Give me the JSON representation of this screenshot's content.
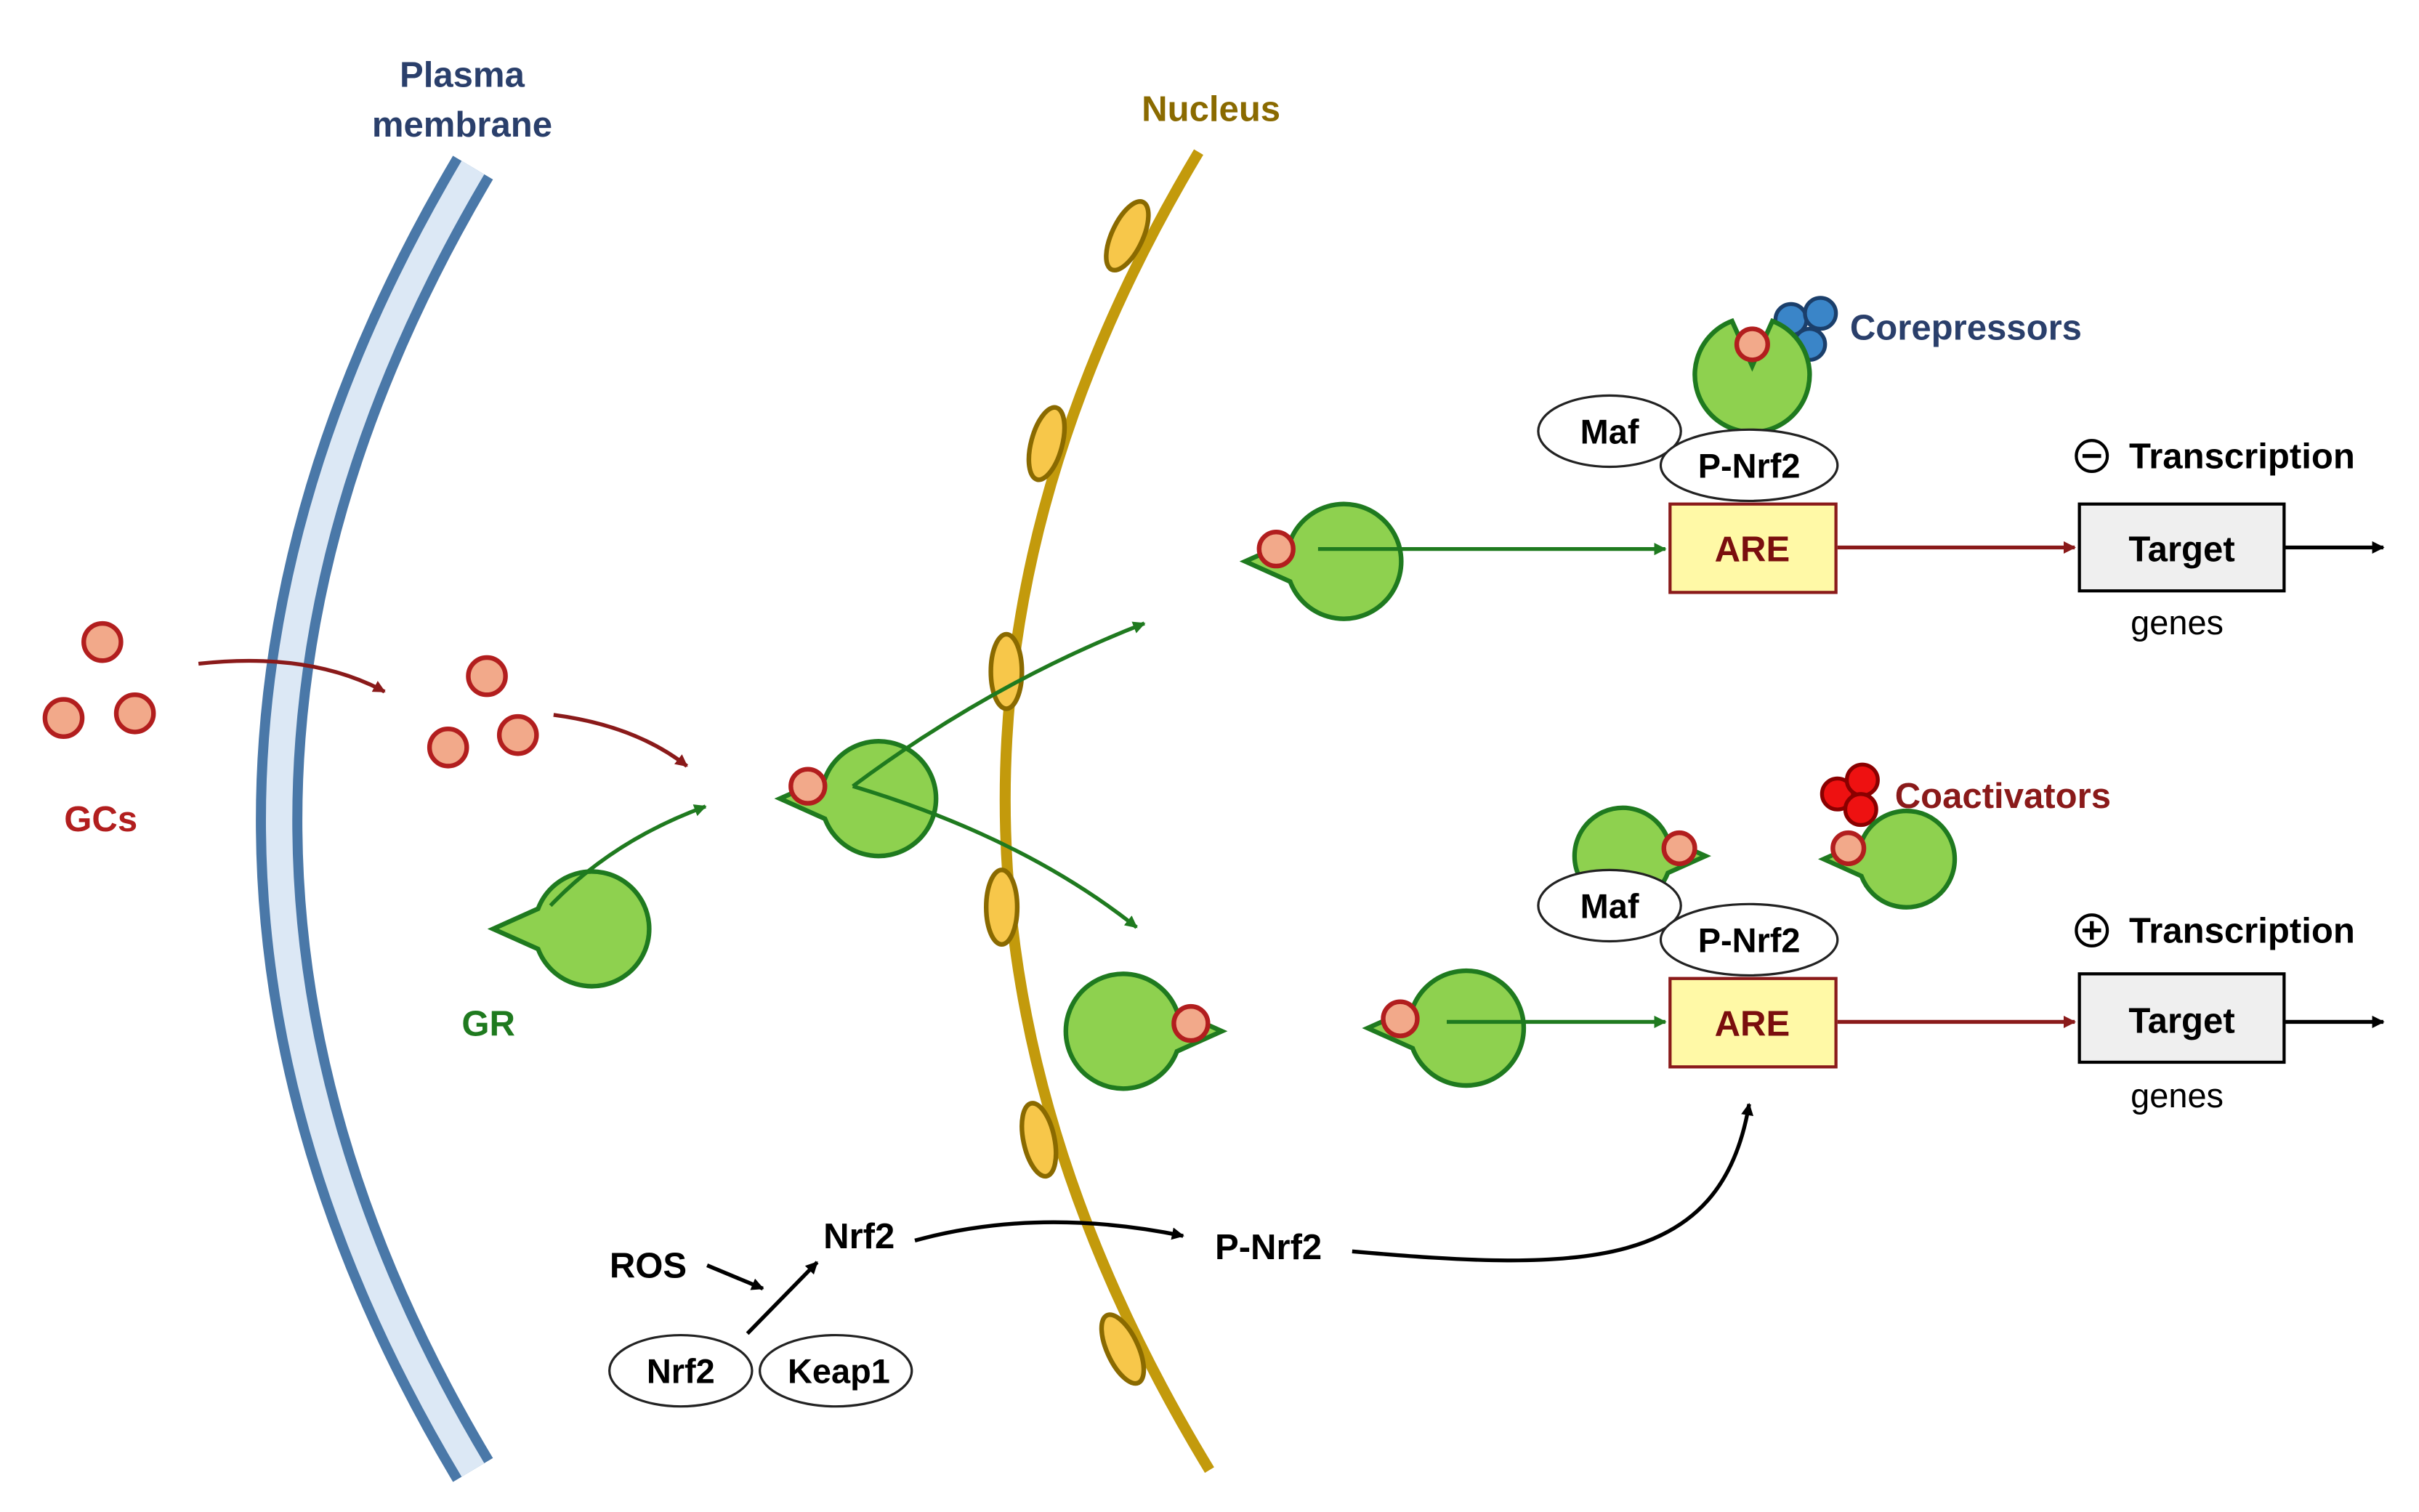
{
  "labels": {
    "plasma_membrane_line1": "Plasma",
    "plasma_membrane_line2": "membrane",
    "nucleus": "Nucleus",
    "gcs": "GCs",
    "gr": "GR",
    "corepressors": "Corepressors",
    "coactivators": "Coactivators",
    "transcription_repressed": "Transcription",
    "transcription_activated": "Transcription",
    "ros": "ROS",
    "nrf2": "Nrf2",
    "p_nrf2_cytoplasm": "P-Nrf2",
    "complex_nrf2": "Nrf2",
    "complex_keap1": "Keap1"
  },
  "repression_complex": {
    "maf": "Maf",
    "p_nrf2": "P-Nrf2",
    "are": "ARE",
    "target": "Target",
    "target_sub": "genes"
  },
  "activation_complex": {
    "maf": "Maf",
    "p_nrf2": "P-Nrf2",
    "are": "ARE",
    "target": "Target",
    "target_sub": "genes"
  },
  "colors": {
    "membrane_blue": "#4a78a8",
    "membrane_fill": "#dce8f5",
    "nucleus_gold": "#c39a0c",
    "pore_fill": "#f7c74a",
    "gc_fill": "#f2a98a",
    "gc_stroke": "#b21e1e",
    "gr_fill": "#8ed14f",
    "gr_stroke": "#1f7a1f",
    "label_dark_blue": "#2a3f6b",
    "label_gold": "#8a6a00",
    "label_red": "#b21e1e",
    "label_green": "#1f7a1f",
    "corepressor_blue": "#3a85c8",
    "coactivator_red": "#ee1111",
    "are_fill": "#fff9a6",
    "are_border": "#8a1a1a",
    "are_text": "#7a0e0e",
    "target_fill": "#efefef",
    "arrow_dark_red": "#8a1a1a",
    "arrow_green": "#1f7a1f"
  },
  "icons": {
    "minus_sign": "circled-minus-icon",
    "plus_sign": "circled-plus-icon"
  }
}
